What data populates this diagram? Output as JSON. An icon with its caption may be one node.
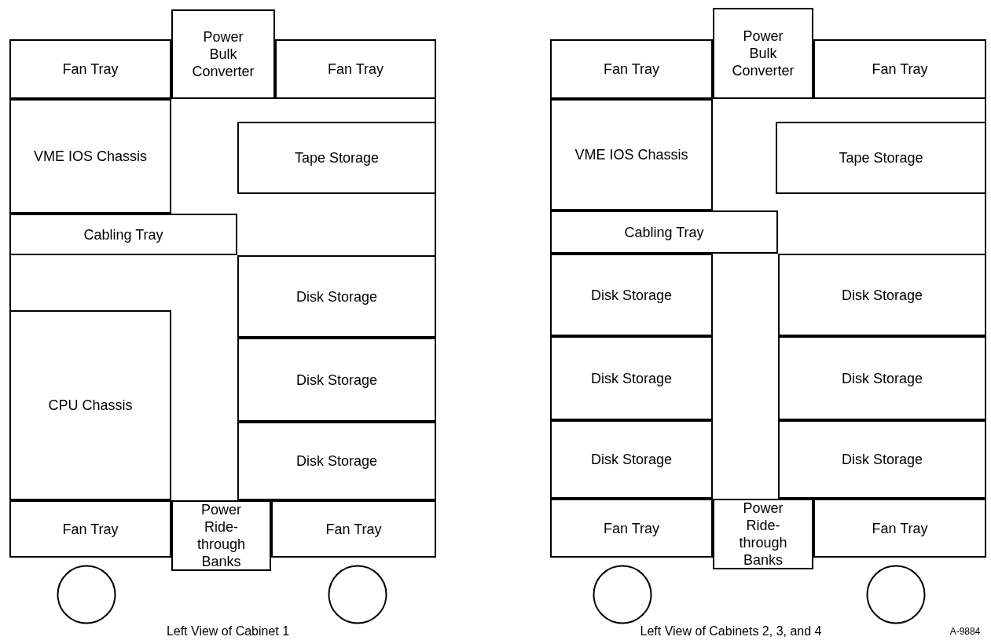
{
  "diagram": {
    "nodes": [
      {
        "text": [],
        "shape": "box"
      },
      {
        "text": [
          "Fan Tray"
        ],
        "in": 0
      },
      {
        "text": [
          "Power Bulk Converter"
        ]
      },
      {
        "text": [
          "Fan Tray"
        ],
        "in": 0
      },
      {
        "text": [
          "VME IOS Chassis"
        ],
        "in": 0
      },
      {
        "text": [
          "Tape Storage"
        ],
        "in": 0
      },
      {
        "text": [
          "Cabling Tray"
        ],
        "in": 0
      },
      {
        "text": [
          "Disk Storage"
        ],
        "in": 0
      },
      {
        "text": [
          "Disk Storage"
        ],
        "in": 0
      },
      {
        "text": [
          "CPU Chassis"
        ],
        "in": 0
      },
      {
        "text": [
          "Disk Storage"
        ],
        "in": 0
      },
      {
        "text": [
          "Fan Tray"
        ],
        "in": 0
      },
      {
        "text": [
          "Power Ride-through Banks"
        ]
      },
      {
        "text": [
          "Fan Tray"
        ],
        "in": 0
      },
      {
        "text": [],
        "shape": "circle"
      },
      {
        "text": [],
        "shape": "circle"
      },
      {
        "text": [],
        "shape": "box"
      },
      {
        "text": [
          "Fan Tray"
        ],
        "in": 16
      },
      {
        "text": [
          "Power Bulk Converter"
        ]
      },
      {
        "text": [
          "Fan Tray"
        ],
        "in": 16
      },
      {
        "text": [
          "VME IOS Chassis"
        ],
        "in": 16
      },
      {
        "text": [
          "Tape Storage"
        ],
        "in": 16
      },
      {
        "text": [
          "Cabling Tray"
        ],
        "in": 16
      },
      {
        "text": [
          "Disk Storage"
        ],
        "in": 16
      },
      {
        "text": [
          "Disk Storage"
        ],
        "in": 16
      },
      {
        "text": [
          "Disk Storage"
        ],
        "in": 16
      },
      {
        "text": [
          "Disk Storage"
        ],
        "in": 16
      },
      {
        "text": [
          "Disk Storage"
        ],
        "in": 16
      },
      {
        "text": [
          "Disk Storage"
        ],
        "in": 16
      },
      {
        "text": [
          "Fan Tray"
        ],
        "in": 16
      },
      {
        "text": [
          "Power Ride-through Banks"
        ]
      },
      {
        "text": [
          "Fan Tray"
        ],
        "in": 16
      },
      {
        "text": [],
        "shape": "circle"
      },
      {
        "text": [],
        "shape": "circle"
      }
    ],
    "labels": [
      "Left View of Cabinet 1",
      "Left View of Cabinets 2, 3, and 4",
      "A-9884"
    ]
  }
}
